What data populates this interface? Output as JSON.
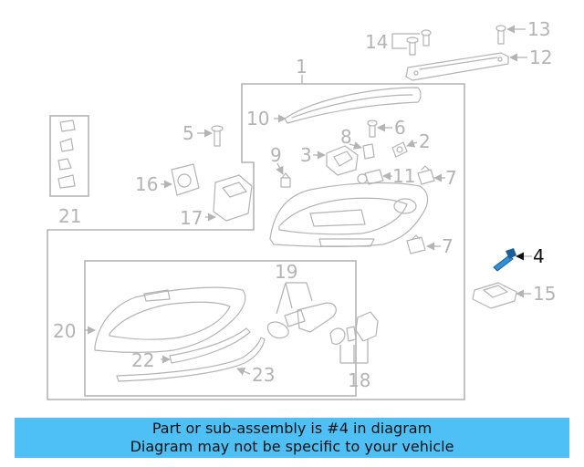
{
  "diagram": {
    "highlighted_part": "4",
    "highlight_color": "#2f8fd8",
    "callouts": {
      "c1": "1",
      "c2": "2",
      "c3": "3",
      "c4": "4",
      "c5": "5",
      "c6": "6",
      "c7a": "7",
      "c7b": "7",
      "c8": "8",
      "c9": "9",
      "c10": "10",
      "c11": "11",
      "c12": "12",
      "c13": "13",
      "c14": "14",
      "c15": "15",
      "c16": "16",
      "c17": "17",
      "c18": "18",
      "c19": "19",
      "c20": "20",
      "c21": "21",
      "c22": "22",
      "c23": "23"
    }
  },
  "banner": {
    "line1": "Part or sub-assembly is #4 in diagram",
    "line2": "Diagram may not be specific to your vehicle",
    "color": "#4fc0f6"
  }
}
